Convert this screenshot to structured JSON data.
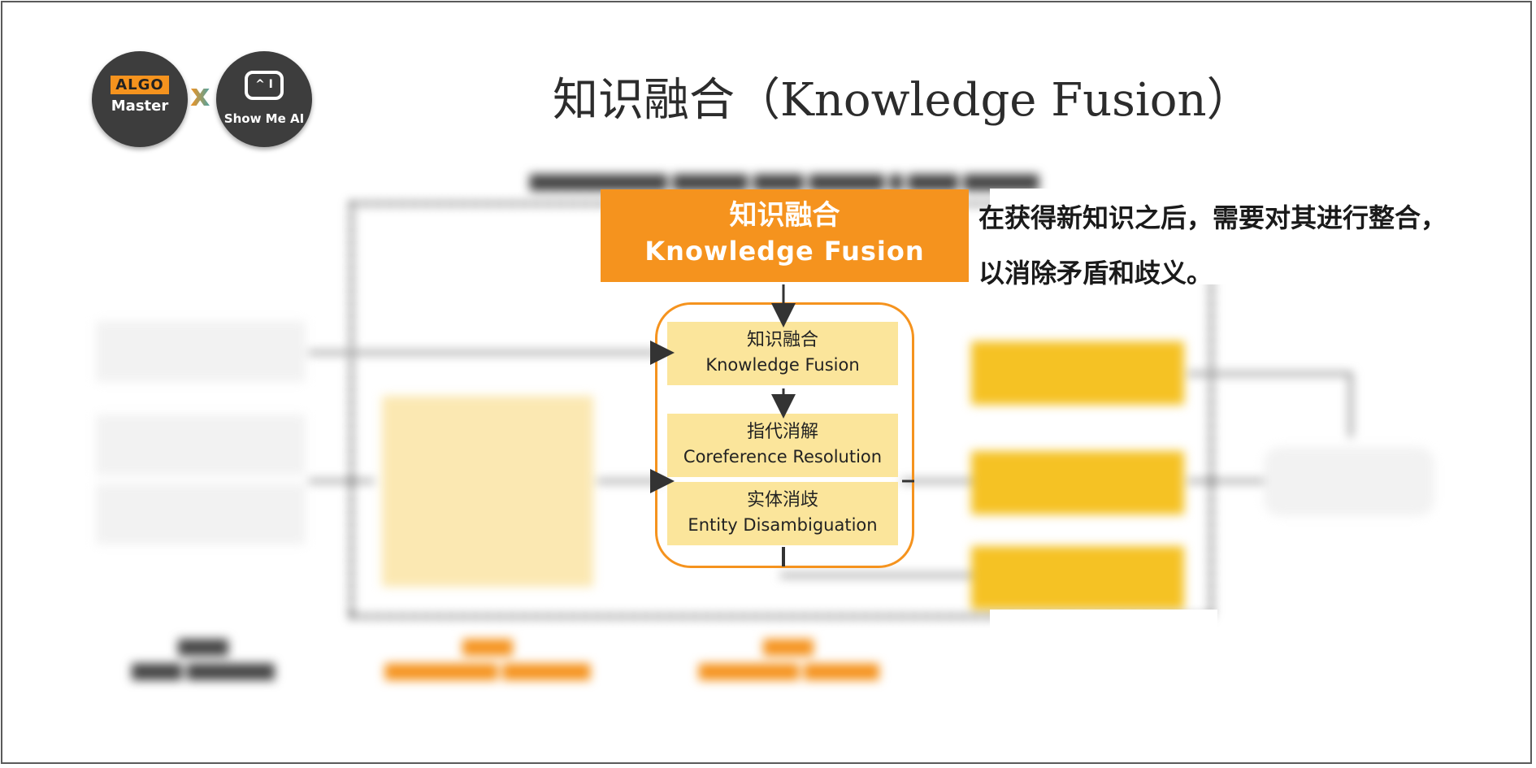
{
  "title": "知识融合（Knowledge Fusion）",
  "logos": {
    "algo_badge": "ALGO",
    "algo_master": "Master",
    "separator": "x",
    "showme_icon": "^ I",
    "showme_text": "Show Me AI"
  },
  "highlight": {
    "header_cn": "知识融合",
    "header_en": "Knowledge Fusion",
    "description": "在获得新知识之后，需要对其进行整合，以消除矛盾和歧义。"
  },
  "fusion_steps": [
    {
      "cn": "知识融合",
      "en": "Knowledge Fusion"
    },
    {
      "cn": "指代消解",
      "en": "Coreference Resolution"
    },
    {
      "cn": "实体消歧",
      "en": "Entity Disambiguation"
    }
  ],
  "colors": {
    "accent_orange": "#f5931e",
    "box_yellow": "#fbe59b",
    "gold": "#f5c224"
  }
}
